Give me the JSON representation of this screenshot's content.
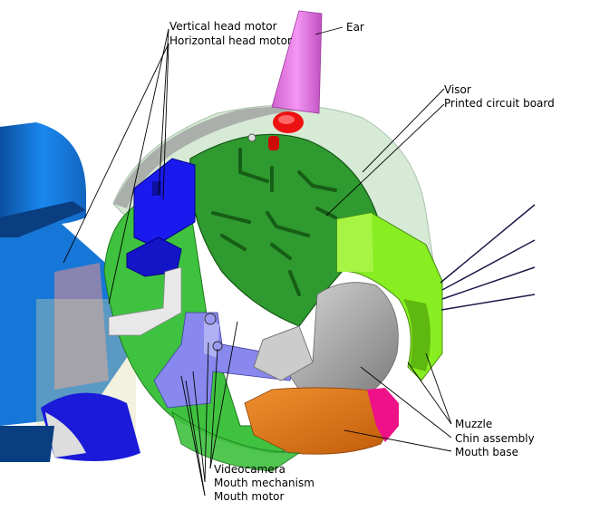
{
  "labels": {
    "vertical_head_motor": "Vertical head motor",
    "horizontal_head_motor": "Horizontal head motor",
    "ear": "Ear",
    "visor": "Visor",
    "printed_circuit_board": "Printed circuit board",
    "muzzle": "Muzzle",
    "chin_assembly": "Chin assembly",
    "mouth_base": "Mouth base",
    "videocamera": "Videocamera",
    "mouth_mechanism": "Mouth mechanism",
    "mouth_motor": "Mouth motor"
  },
  "colors": {
    "pcb_green": "#2f9a2f",
    "body_green": "#3fc23f",
    "visor_light": "#b8f0b8",
    "ear_pink": "#ee82ee",
    "red_knob": "#ee1111",
    "motor_blue": "#1a1aee",
    "muzzle_lime": "#88ee22",
    "chin_gray": "#a8a8a8",
    "mouth_orange": "#ee7711",
    "tip_magenta": "#ee1188",
    "lavender": "#8888ee",
    "neck_blue": "#1a88ee"
  }
}
